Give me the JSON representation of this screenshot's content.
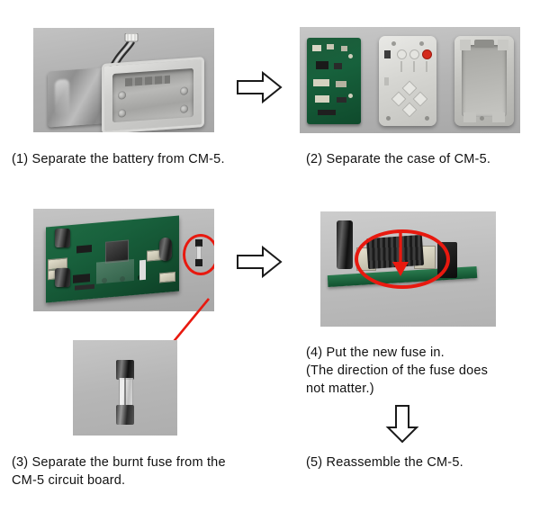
{
  "document": {
    "title": "CM-5 fuse replacement procedure",
    "background_color": "#ffffff"
  },
  "colors": {
    "highlight_red": "#e8190f",
    "photo_background": "#b3b3b3",
    "pcb_green": "#17613c",
    "text": "#111111"
  },
  "steps": [
    {
      "id": "step-1",
      "number": "(1)",
      "caption": "(1) Separate the battery from CM-5.",
      "photo_name": "photo-battery-and-case",
      "photo_alt": "Gray battery pack with white connector cable beside an open gray plastic case shell"
    },
    {
      "id": "step-2",
      "number": "(2)",
      "caption": "(2) Separate the case of CM-5.",
      "photo_name": "photo-case-separated",
      "photo_alt": "Green circuit board, white front case with red button and D-pad keys, and gray rear case shell"
    },
    {
      "id": "step-3",
      "number": "(3)",
      "caption": "(3) Separate the burnt fuse from the\nCM-5 circuit board.",
      "photo_name": "photo-circuit-board-fuse",
      "photo_alt": "Green circuit board with black capacitors and a red circle marking the fuse location",
      "closeup_name": "photo-fuse-closeup",
      "closeup_alt": "Close-up of a glass cartridge fuse with metal end caps"
    },
    {
      "id": "step-4",
      "number": "(4)",
      "caption": "(4) Put the new fuse in.\n(The direction of the fuse does\nnot matter.)",
      "photo_name": "photo-new-fuse-inserted",
      "photo_alt": "Side view of the circuit board with a red ellipse and red down arrow marking the fuse holder"
    },
    {
      "id": "step-5",
      "number": "(5)",
      "caption": "(5) Reassemble the CM-5.",
      "photo_name": null,
      "photo_alt": null
    }
  ],
  "arrows": [
    {
      "name": "arrow-right-step1-to-step2",
      "direction": "right",
      "style": "hollow-outline"
    },
    {
      "name": "arrow-right-step3-to-step4",
      "direction": "right",
      "style": "hollow-outline"
    },
    {
      "name": "arrow-down-step4-to-step5",
      "direction": "down",
      "style": "hollow-outline"
    },
    {
      "name": "arrow-callout-fuse-closeup",
      "direction": "down-left",
      "style": "red-line"
    }
  ]
}
